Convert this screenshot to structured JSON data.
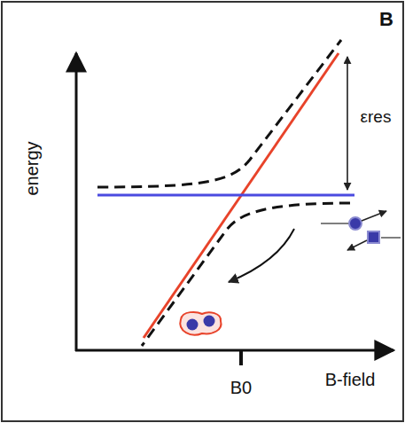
{
  "diagram": {
    "labels": [
      "B",
      "energy",
      "εres",
      "B0",
      "B-field"
    ]
  }
}
